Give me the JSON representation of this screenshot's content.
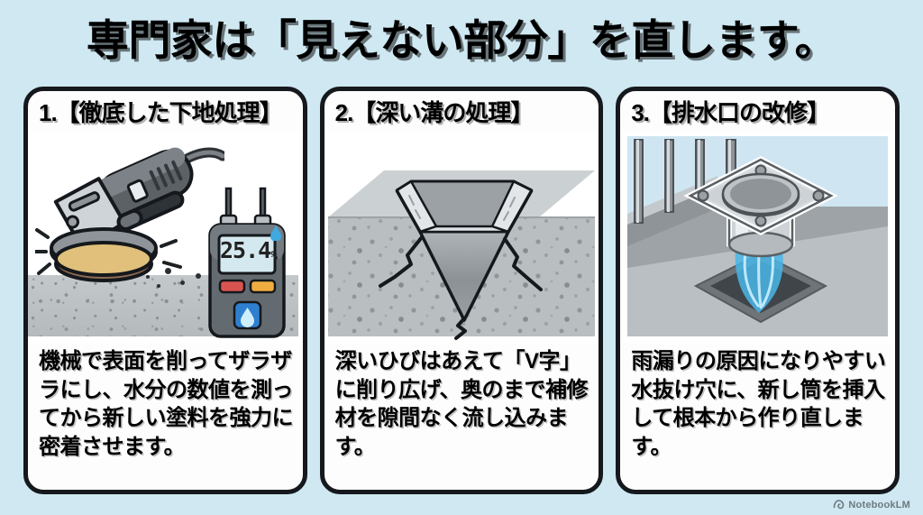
{
  "title": "専門家は「見えない部分」を直します。",
  "background_color": "#cfe8f2",
  "card_border_color": "#15181c",
  "cards": [
    {
      "header": "1.【徹底した下地処理】",
      "body": "機械で表面を削ってザラザラにし、水分の数値を測ってから新しい塗料を強力に密着させます。",
      "figure": {
        "name": "angle-grinder-and-moisture-meter",
        "meter_value": "25.4",
        "meter_unit": "%",
        "meter_button_left_color": "#d9534f",
        "meter_button_right_color": "#f0ad3f",
        "water_drop_color": "#3fa9e0"
      }
    },
    {
      "header": "2.【深い溝の処理】",
      "body": "深いひびはあえて「V字」に削り広げ、奥のまで補修材を隙間なく流し込みます。",
      "figure": {
        "name": "v-cut-crack-cross-section",
        "concrete_color": "#b9bec1",
        "cut_color": "#8f9599"
      }
    },
    {
      "header": "3.【排水口の改修】",
      "body": "雨漏りの原因になりやすい水抜け穴に、新し筒を挿入して根本から作り直します。",
      "figure": {
        "name": "drain-outlet-insert-with-water-flow",
        "sky_color": "#cfe6f2",
        "water_color": "#49b6e8"
      }
    }
  ],
  "watermark": {
    "icon": "notebooklm-icon",
    "label": "NotebookLM"
  }
}
